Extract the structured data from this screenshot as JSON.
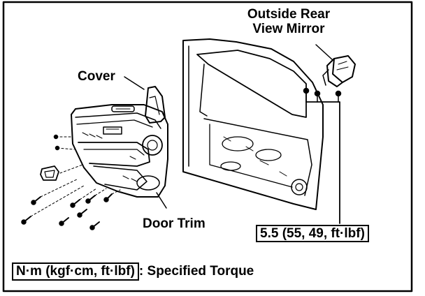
{
  "labels": {
    "mirror_line1": "Outside Rear",
    "mirror_line2": "View Mirror",
    "cover": "Cover",
    "door_trim": "Door Trim",
    "torque_value": "5.5 (55, 49, ft·lbf)"
  },
  "legend": {
    "unit_box": "N·m (kgf·cm, ft·lbf)",
    "description": ": Specified Torque"
  }
}
